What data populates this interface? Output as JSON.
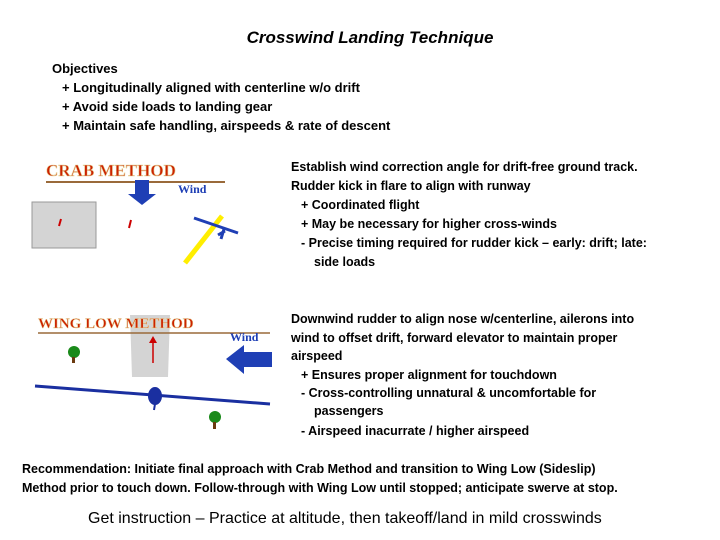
{
  "title": "Crosswind Landing Technique",
  "objectives": {
    "heading": "Objectives",
    "items": [
      "+ Longitudinally aligned with centerline w/o drift",
      "+ Avoid side loads to landing gear",
      "+ Maintain safe handling, airspeeds & rate of descent"
    ]
  },
  "crab": {
    "logo_text": "CRAB METHOD",
    "wind_label": "Wind",
    "lines": [
      "Establish wind correction angle for drift-free ground track.",
      "Rudder kick in flare to align with runway"
    ],
    "points": [
      "+ Coordinated flight",
      "+ May be necessary for higher cross-winds",
      "-  Precise timing required for rudder kick – early: drift; late:",
      "side loads"
    ]
  },
  "wing_low": {
    "logo_text": "WING LOW METHOD",
    "wind_label": "Wind",
    "lines": [
      "Downwind rudder to align nose w/centerline, ailerons into",
      "wind to offset drift, forward elevator to maintain proper",
      "airspeed"
    ],
    "points": [
      "+ Ensures proper alignment for touchdown",
      "-  Cross-controlling unnatural & uncomfortable for",
      "passengers",
      "-  Airspeed inacurrate / higher airspeed"
    ]
  },
  "recommendation": [
    "Recommendation: Initiate final approach with Crab Method and transition to Wing Low (Sideslip)",
    "Method prior to touch down. Follow-through with Wing Low until stopped; anticipate swerve at stop."
  ],
  "footer": "Get instruction – Practice at altitude, then takeoff/land in mild crosswinds",
  "colors": {
    "logo_red": "#cc2200",
    "logo_outline": "#e8d8a0",
    "arrow_blue": "#1f3fb5",
    "plane_yellow": "#ffee00",
    "runway_gray": "#d4d4d4",
    "wing_plane_blue": "#1a2fa0"
  }
}
